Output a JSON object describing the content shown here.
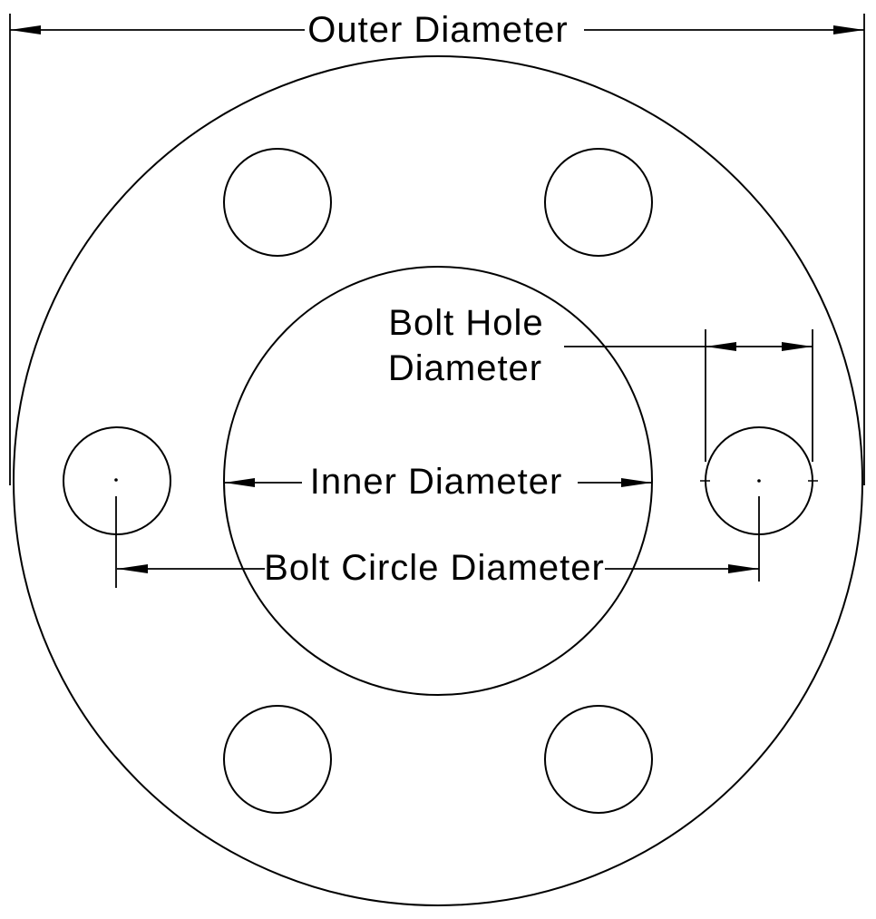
{
  "diagram": {
    "type": "technical-drawing",
    "subject": "flange-face-view",
    "bolt_hole_count": 6,
    "labels": {
      "outer_diameter": "Outer Diameter",
      "inner_diameter": "Inner Diameter",
      "bolt_circle_diameter": "Bolt Circle Diameter",
      "bolt_hole_diameter": {
        "line1": "Bolt Hole",
        "line2": "Diameter"
      }
    },
    "colors": {
      "line": "#000000",
      "background": "#ffffff"
    }
  }
}
